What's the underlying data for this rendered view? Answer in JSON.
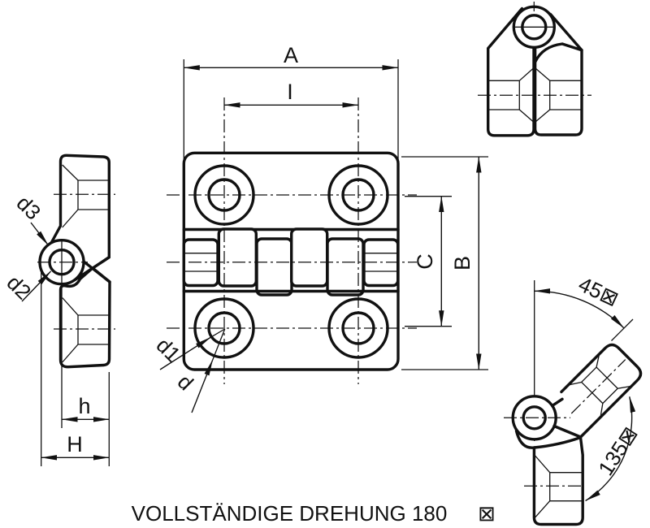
{
  "labels": {
    "A": "A",
    "I": "I",
    "B": "B",
    "C": "C",
    "h": "h",
    "H": "H",
    "d": "d",
    "d1": "d1",
    "d2": "d2",
    "d3": "d3",
    "angle_45": "45⊠",
    "angle_135": "135⊠"
  },
  "caption": {
    "text": "VOLLSTÄNDIGE DREHUNG 180",
    "symbol": "⊠"
  },
  "colors": {
    "line": "#111111",
    "background": "#ffffff"
  }
}
